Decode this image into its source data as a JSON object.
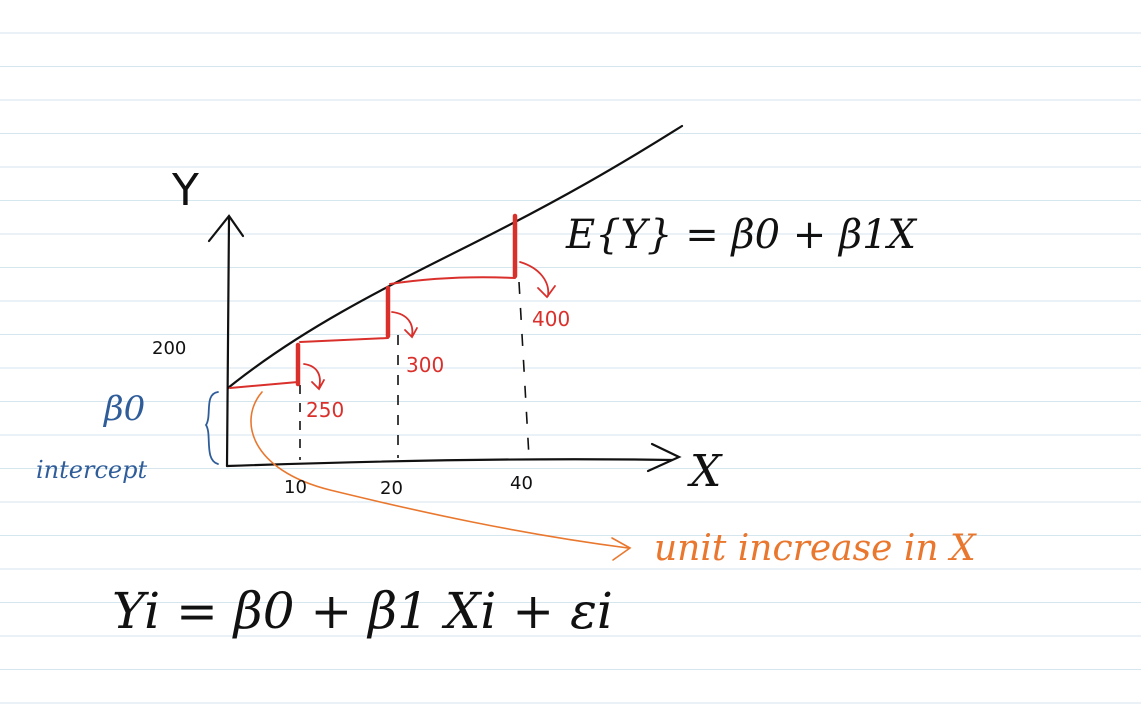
{
  "axes": {
    "y_label": "Y",
    "x_label": "X",
    "x_ticks": [
      "10",
      "20",
      "40"
    ],
    "y_tick": "200"
  },
  "intercept": {
    "symbol": "β0",
    "label": "intercept"
  },
  "steps": [
    {
      "value": "250"
    },
    {
      "value": "300"
    },
    {
      "value": "400"
    }
  ],
  "equations": {
    "expected": "E{Y} = β0 + β1X",
    "model": "Yi = β0 + β1 Xi + εi"
  },
  "annotation": {
    "unit_increase": "unit increase in X"
  },
  "colors": {
    "ink": "#111111",
    "red": "#d9302c",
    "blue": "#2f5d9a",
    "orange": "#e9772e",
    "rule": "#d6e6ef"
  }
}
